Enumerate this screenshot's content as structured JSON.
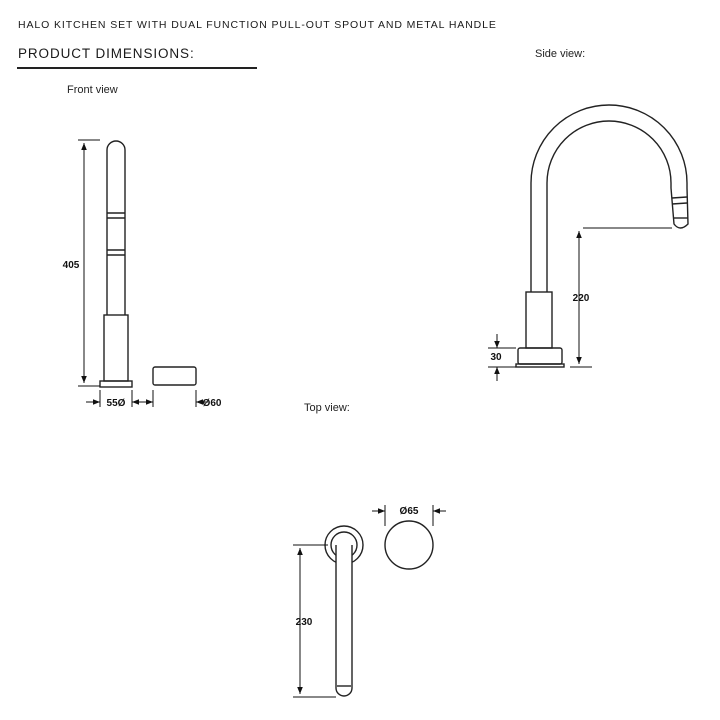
{
  "header": {
    "title": "HALO KITCHEN SET WITH DUAL FUNCTION PULL-OUT SPOUT AND METAL HANDLE",
    "section": "PRODUCT DIMENSIONS:"
  },
  "views": {
    "front": {
      "label": "Front view",
      "height": "405",
      "base_width": "55Ø",
      "handle_diameter": "Ø60"
    },
    "side": {
      "label": "Side view:",
      "spout_height": "220",
      "base_height": "30"
    },
    "top": {
      "label": "Top view:",
      "spout_length": "230",
      "handle_diameter": "Ø65"
    }
  }
}
